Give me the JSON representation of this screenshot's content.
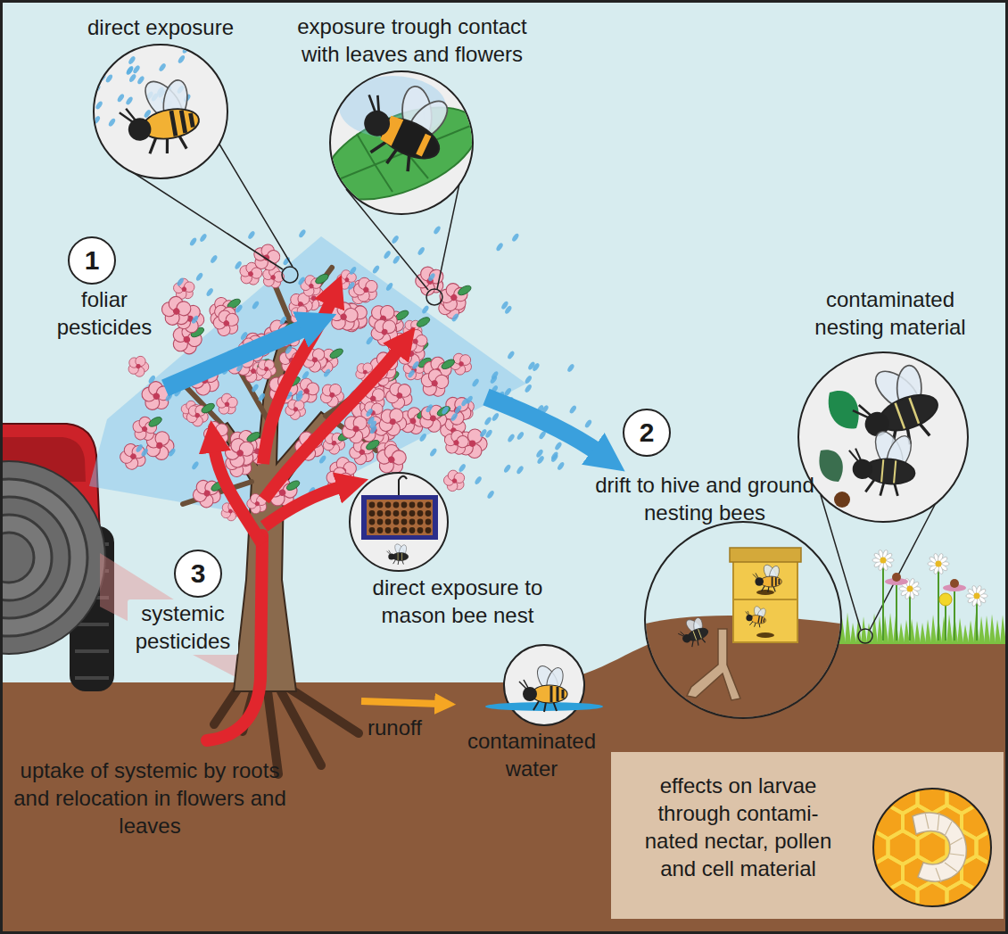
{
  "diagram": {
    "nodes": [
      {
        "text": [
          "direct exposure"
        ]
      },
      {
        "text": [
          "exposure trough contact with leaves and flowers"
        ]
      },
      {
        "text": [
          "1"
        ]
      },
      {
        "text": [
          "contaminated nesting material"
        ]
      },
      {
        "text": [
          "2"
        ]
      },
      {
        "text": [
          "3"
        ]
      },
      {
        "text": [
          "direct exposure to mason bee nest"
        ]
      },
      {
        "text": [
          "contaminated water"
        ]
      },
      {
        "text": [
          "effects on larvae through contami- nated nectar, pollen and cell material"
        ]
      }
    ],
    "labels": [
      "foliar pesticides",
      "drift to hive and ground nesting bees",
      "systemic pesticides",
      "runoff",
      "uptake of systemic by roots and relocation in flowers and leaves"
    ]
  }
}
